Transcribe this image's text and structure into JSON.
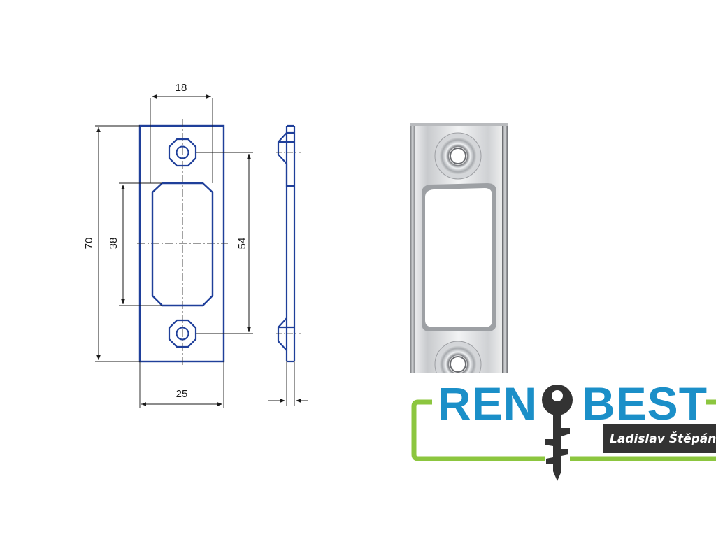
{
  "drawing": {
    "dimensions": {
      "top_width": "18",
      "total_height": "70",
      "opening_height": "38",
      "hole_spacing": "54",
      "bottom_width": "25"
    },
    "colors": {
      "outline": "#1f3f9a",
      "dim_line": "#1a1a1a"
    }
  },
  "photo": {
    "subject": "nickel-plated strike plate"
  },
  "logo": {
    "left_text": "REN",
    "right_text": "BEST",
    "owner_name": "Ladislav Štěpán",
    "colors": {
      "blue": "#1b8fc8",
      "green": "#8cc63f",
      "dark": "#333333"
    },
    "icons": [
      "key-icon"
    ]
  }
}
